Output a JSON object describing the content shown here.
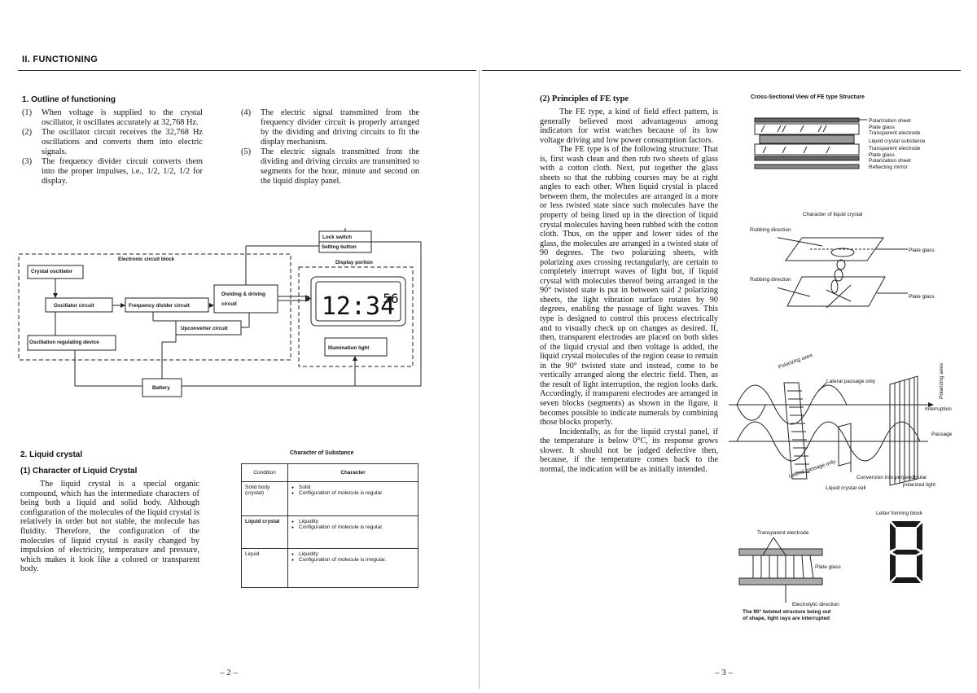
{
  "section_title": "II.  FUNCTIONING",
  "outline": {
    "heading": "1.  Outline of functioning",
    "items": [
      {
        "num": "(1)",
        "text": "When voltage is supplied to the crystal oscillator, it oscillates accurately at 32,768 Hz."
      },
      {
        "num": "(2)",
        "text": "The oscillator circuit receives the 32,768 Hz oscillations and converts them into electric signals."
      },
      {
        "num": "(3)",
        "text": "The frequency divider circuit converts them into the proper impulses, i.e., 1/2, 1/2, 1/2 for display."
      },
      {
        "num": "(4)",
        "text": "The electric signal transmitted from the frequency divider circuit is properly arranged by the dividing and driving circuits to fit the display mechanism."
      },
      {
        "num": "(5)",
        "text": "The electric signals transmitted from the dividing and driving circuits are transmitted to segments for the hour, minute and second on the liquid display panel."
      }
    ]
  },
  "block_diagram": {
    "lock_switch": "Lock switch",
    "setting_button": "Setting button",
    "electronic_block": "Electronic circuit block",
    "display_portion": "Display portion",
    "crystal_oscillator": "Crystal oscillator",
    "oscillator_circuit": "Oscillator circuit",
    "frequency_divider": "Frequency divider circuit",
    "dividing_driving_1": "Dividing & driving",
    "dividing_driving_2": "circuit",
    "upconverter": "Upconverter circuit",
    "oscillation_regulating": "Oscillation regulating device",
    "illumination": "Illumination light",
    "battery": "Battery",
    "lcd_main": "12:34",
    "lcd_sec": "56"
  },
  "liquid_crystal": {
    "heading": "2.  Liquid crystal",
    "sub_heading": "(1)   Character of Liquid Crystal",
    "paragraph": "The liquid crystal is a special organic compound, which has the intermediate characters of being both a liquid and solid body. Although configuration of the molecules of the liquid crystal is relatively in order but not stable, the molecule has fluidity. Therefore, the configuration of the molecules of liquid crystal is easily changed by impulsion of electricity, temperature and pressure, which makes it look like a colored or transparent body."
  },
  "substance_table": {
    "title": "Character of Substance",
    "col_condition": "Condition",
    "col_character": "Character",
    "rows": [
      {
        "condition": "Solid body (crystal)",
        "b1": "Solid",
        "b2": "Configuration of molecule is regular."
      },
      {
        "condition": "Liquid crystal",
        "b1": "Liquidity",
        "b2": "Configuration of molecule is regular."
      },
      {
        "condition": "Liquid",
        "b1": "Liquidity",
        "b2": "Configuration of molecule is irregular."
      }
    ]
  },
  "fe_principles": {
    "heading": "(2)   Principles of FE type",
    "p1": "The FE type, a kind of field effect pattern, is generally believed most advantageous among indicators for wrist watches because of its low voltage driving and low power consumption factors.",
    "p2": "The FE type is of the following structure: That is, first wash clean and then rub two sheets of glass with a cotton cloth. Next, put together the glass sheets so that the rubbing courses may be at right angles to each other. When liquid crystal is placed between them, the molecules are arranged in a more or less twisted state since such molecules have the property of being lined up in the direction of liquid crystal molecules having been rubbed with the cotton cloth. Thus, on the upper and lower sides of the glass, the molecules are arranged in a twisted state of 90 degrees. The two polarizing sheets, with polarizing axes crossing rectangularly, are certain to completely interrupt waves of light but, if liquid crystal with molecules thereof being arranged in the 90° twisted state is put in between said 2 polarizing sheets, the light vibration surface rotates by 90 degrees, enabling the passage of light waves. This type is designed to control this process electrically and to visually check up on changes as desired. If, then, transparent electrodes are placed on both sides of the liquid crystal and then voltage is added, the liquid crystal molecules of the region cease to remain in the 90° twisted state and instead, come to be vertically arranged along the electric field. Then, as the result of light interruption, the region looks dark. Accordingly, if transparent electrodes are arranged in seven blocks (segments) as shown in the figure, it becomes possible to indicate numerals by combining those blocks properly.",
    "p3": "Incidentally, as for the liquid crystal panel, if the temperature is below 0°C, its response grows slower. It should not be judged defective then, because, if the temperature comes back to the normal, the indication will be as initially intended."
  },
  "cross_section": {
    "title": "Cross-Sectional View of FE type Structure",
    "labels": [
      "Polarization sheet",
      "Plate glass",
      "Transparent electrode",
      "Liquid crystal substance",
      "Transparent electrode",
      "Plate glass",
      "Polarization sheet",
      "Reflecting mirror"
    ]
  },
  "lc_character": {
    "title": "Character of liquid crystal",
    "rubbing1": "Rubbing direction",
    "rubbing2": "Rubbing direction",
    "plate1": "Plate glass",
    "plate2": "Plate glass"
  },
  "polarization": {
    "polarizing_axes": "Polarizing axes",
    "polarizing_axes_v": "Polarizing axes",
    "lateral_only": "Lateral passage only",
    "lateral_only2": "Lateral passage only",
    "interruption": "Interruption",
    "passage": "Passage",
    "conversion_1": "Conversion into perpendicular",
    "conversion_2": "polarized light",
    "lc_cell": "Liquid crystal cell"
  },
  "electrode_fig": {
    "transparent_electrode": "Transparent electrode",
    "plate_glass": "Plate glass",
    "electrolytic": "Electrolytic direction",
    "caption_1": "The 90° twisted structure being out",
    "caption_2": "of shape, light rays are interrupted"
  },
  "letter_block": {
    "title": "Letter forming block",
    "glyph": "8"
  },
  "page_left": "– 2 –",
  "page_right": "– 3 –"
}
